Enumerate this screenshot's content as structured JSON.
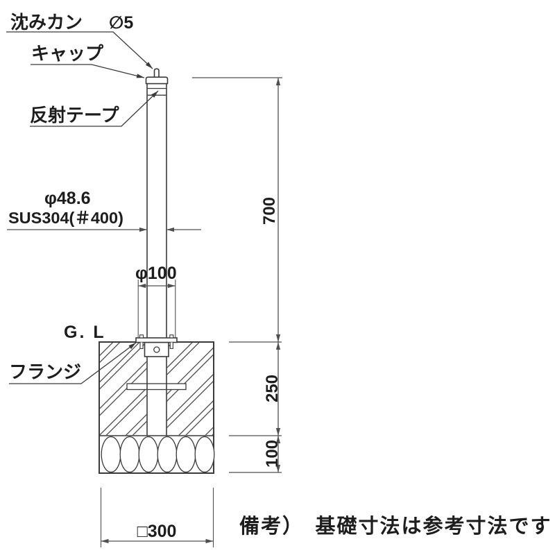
{
  "labels": {
    "sunken_ring": "沈みカン",
    "sunken_ring_diameter": "∅5",
    "cap": "キャップ",
    "reflective_tape": "反射テープ",
    "pipe_diameter": "φ48.6",
    "pipe_material": "SUS304(＃400)",
    "base_diameter": "φ100",
    "ground_level": "G. L",
    "flange": "フランジ"
  },
  "dimensions": {
    "height_above_ground": "700",
    "concrete_depth": "250",
    "gravel_depth": "100",
    "foundation_width": "□300"
  },
  "note": "備考）　基礎寸法は参考寸法です",
  "colors": {
    "line": "#3a3a3a",
    "dim": "#4f4f4f",
    "text": "#1d1d1d",
    "bg": "#ffffff"
  }
}
